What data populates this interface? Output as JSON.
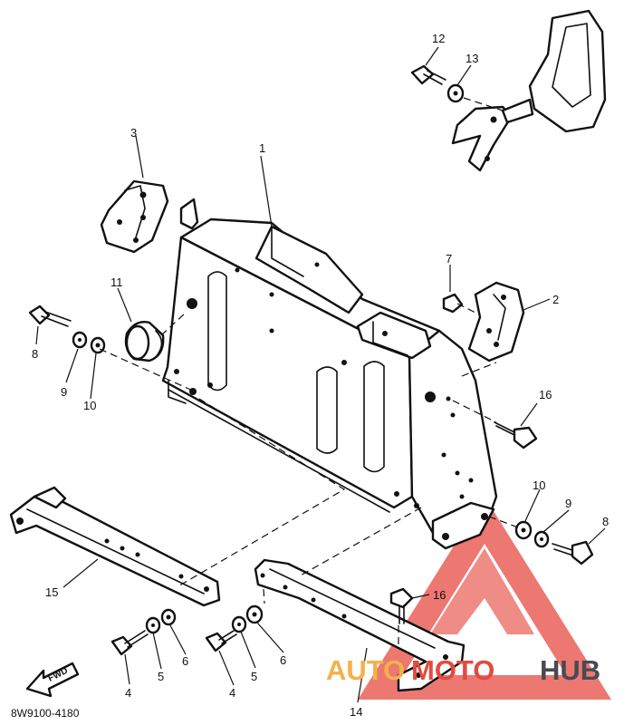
{
  "diagram": {
    "figure_code": "8W9100-4180",
    "fwd_label": "FWD",
    "callouts": {
      "c1": "1",
      "c2": "2",
      "c3": "3",
      "c4a": "4",
      "c4b": "4",
      "c5a": "5",
      "c5b": "5",
      "c6a": "6",
      "c6b": "6",
      "c7": "7",
      "c8a": "8",
      "c8b": "8",
      "c9a": "9",
      "c9b": "9",
      "c10a": "10",
      "c10b": "10",
      "c11": "11",
      "c12": "12",
      "c13": "13",
      "c14": "14",
      "c15": "15",
      "c16a": "16",
      "c16b": "16"
    }
  },
  "watermark": {
    "part1": "AUTO",
    "part2": "MOTO",
    "part3": "HUB",
    "colors": {
      "auto": "#f2b24a",
      "moto": "#e24b40",
      "hub": "#4a4a52",
      "triangle": "#e8524a"
    }
  }
}
